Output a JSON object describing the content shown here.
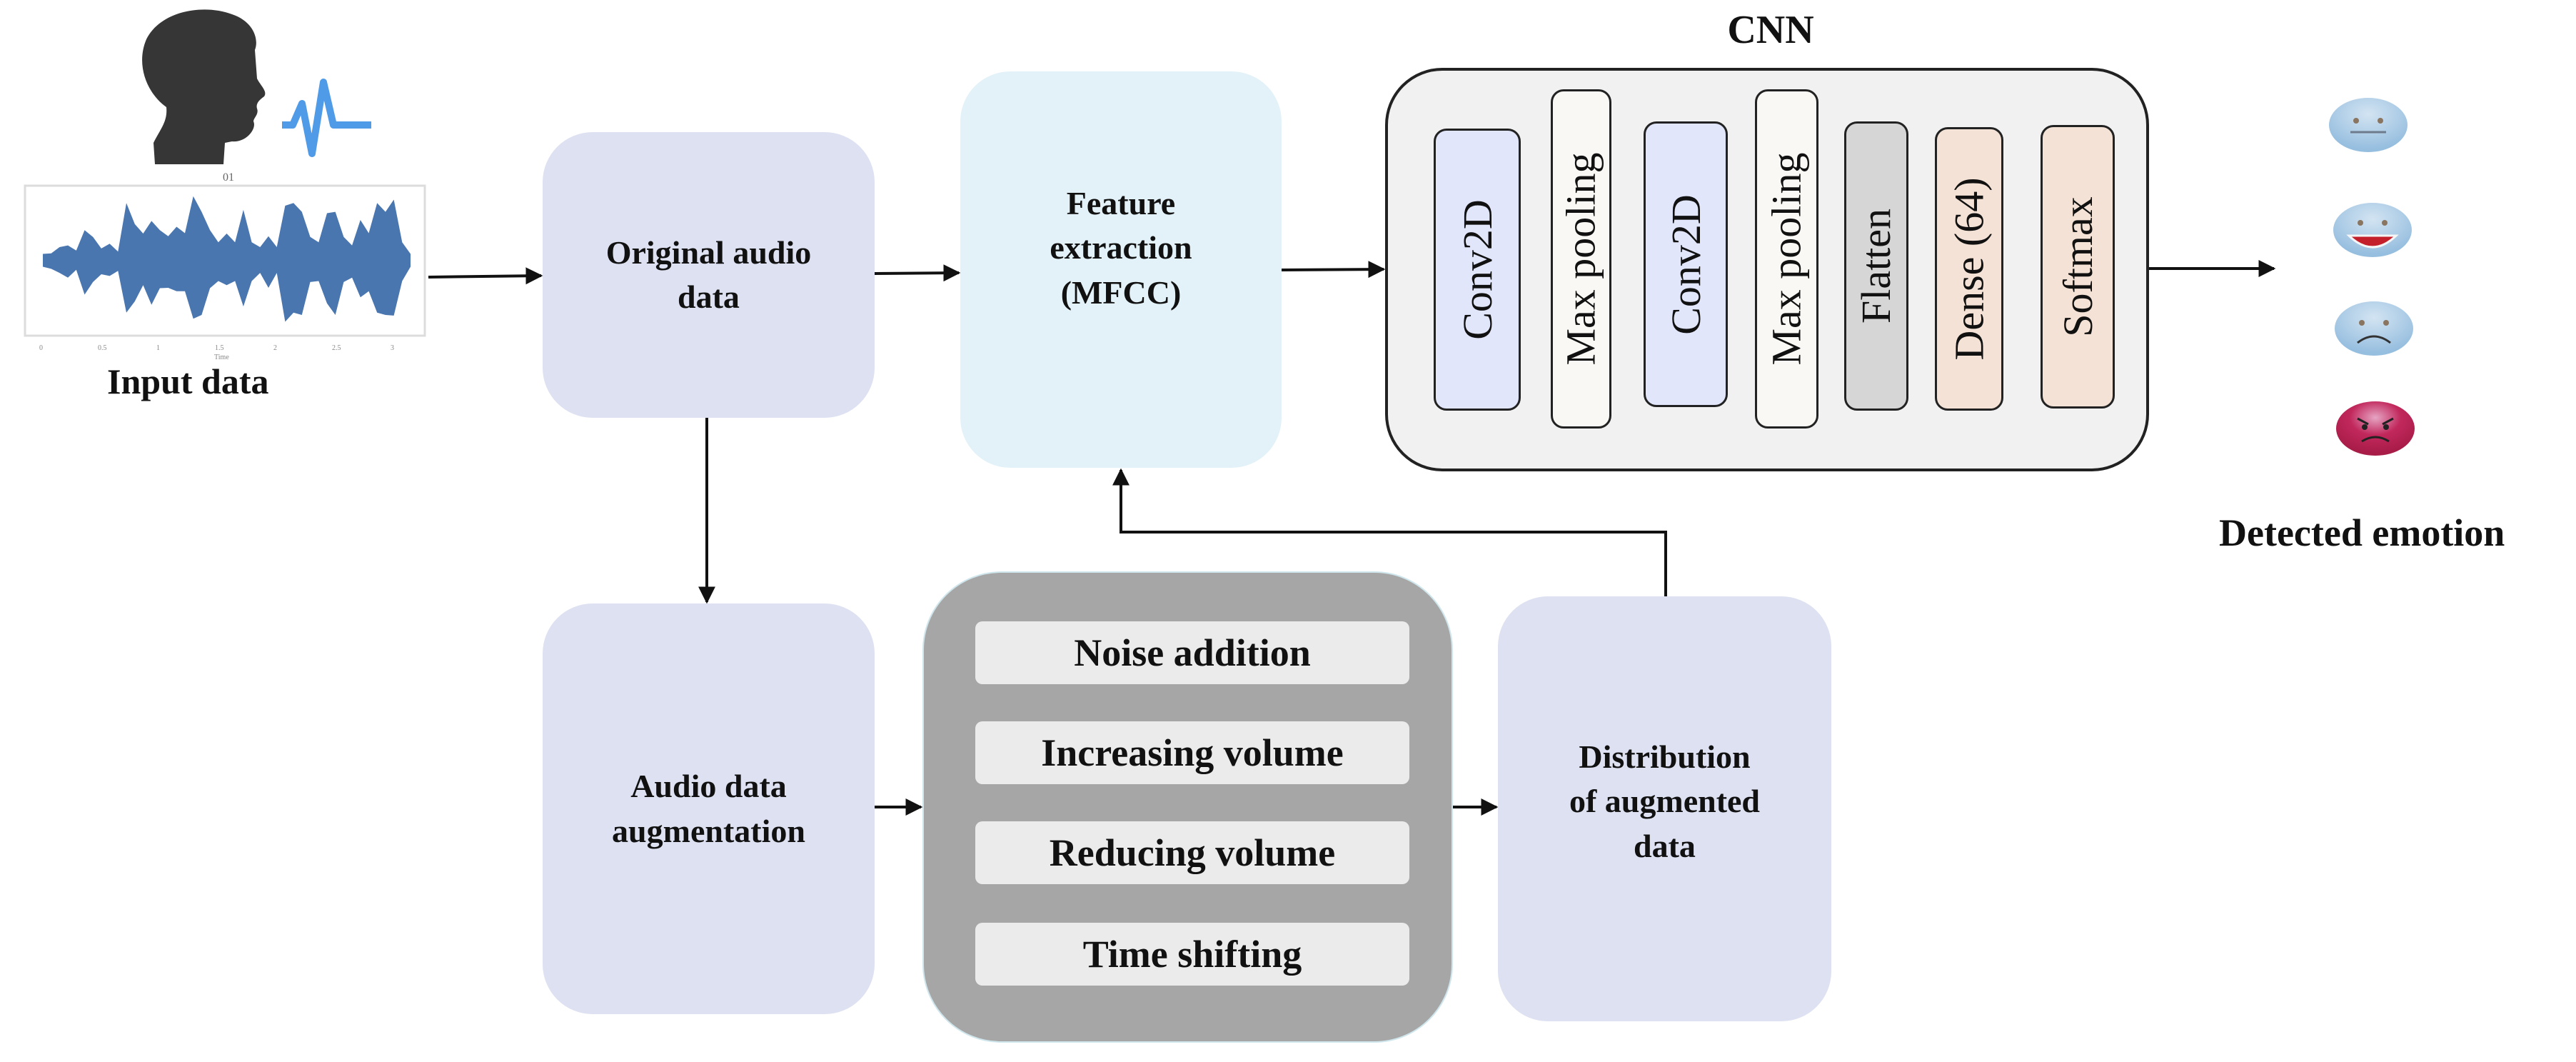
{
  "input": {
    "label": "Input data",
    "waveform_title": "01",
    "waveform_xlabel": "Time",
    "waveform_x_ticks": [
      "0",
      "0.5",
      "1",
      "1.5",
      "2",
      "2.5",
      "3"
    ],
    "waveform_color": "#4a76b0",
    "head_icon": "person-speaking-icon",
    "pulse_color": "#4f9be8"
  },
  "nodes": {
    "original_audio": "Original audio\ndata",
    "feature_extraction": "Feature\nextraction\n(MFCC)",
    "augmentation": "Audio data\naugmentation",
    "distribution": "Distribution\nof augmented\ndata"
  },
  "augmentation_methods": [
    "Noise addition",
    "Increasing volume",
    "Reducing volume",
    "Time shifting"
  ],
  "cnn": {
    "title": "CNN",
    "layers": [
      {
        "label": "Conv2D",
        "color": "#e1e6fb"
      },
      {
        "label": "Max pooling",
        "color": "#faf8f4"
      },
      {
        "label": "Conv2D",
        "color": "#e1e6fb"
      },
      {
        "label": "Max pooling",
        "color": "#faf8f4"
      },
      {
        "label": "Flatten",
        "color": "#d6d6d6"
      },
      {
        "label": "Dense (64)",
        "color": "#f3e2d5"
      },
      {
        "label": "Softmax",
        "color": "#f3e2d5"
      }
    ]
  },
  "output": {
    "label": "Detected emotion",
    "emotions": [
      "neutral",
      "happy",
      "sad",
      "angry"
    ]
  },
  "colors": {
    "node_lavender": "#dde1f1",
    "node_light_blue": "#e3f2f8",
    "augment_container": "#a6a6a6",
    "augment_item": "#ebebeb",
    "cnn_container": "#f1f1f1"
  }
}
